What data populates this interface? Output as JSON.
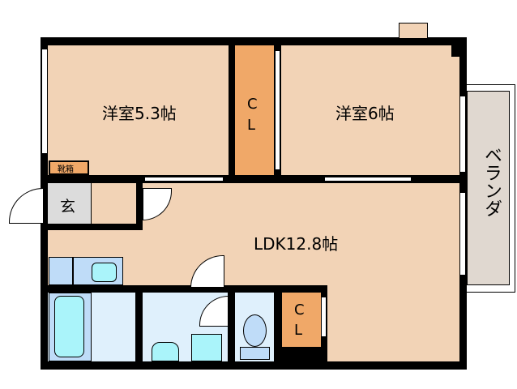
{
  "rooms": {
    "western1": "洋室5.3帖",
    "western2": "洋室6帖",
    "closet1": "C\nL",
    "closet2": "C\nL",
    "ldk": "LDK12.8帖",
    "shoebox": "靴箱",
    "entrance": "玄",
    "balcony": "ベランダ"
  },
  "colors": {
    "room": "#f2d3b6",
    "closet": "#f0a868",
    "wet": "#dff0fc",
    "balcony": "#e0d8d0",
    "entrance": "#dcdcdc"
  }
}
